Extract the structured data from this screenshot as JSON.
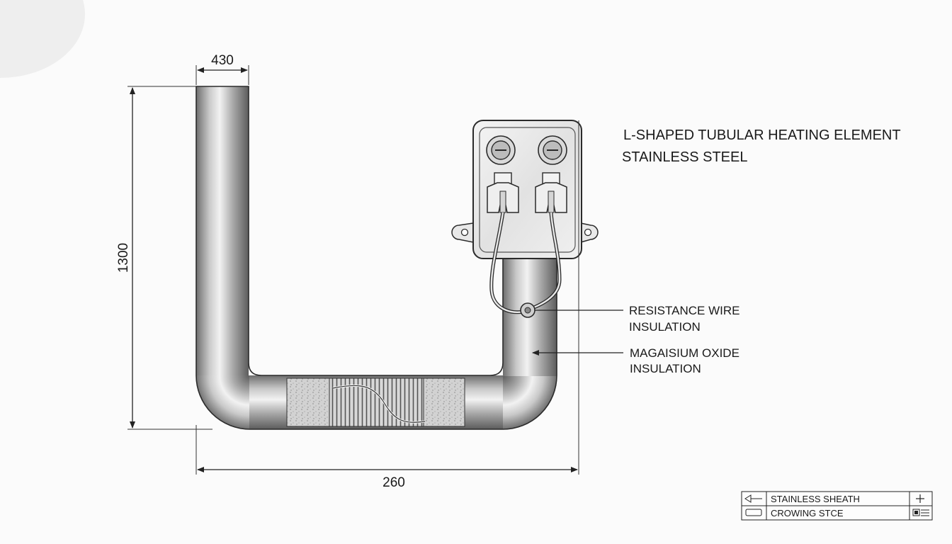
{
  "title": {
    "line1": "L-SHAPED TUBULAR HEATING ELEMENT",
    "line2": "STAINLESS STEEL"
  },
  "dimensions": {
    "top_width": "430",
    "height": "1300",
    "bottom_width": "260"
  },
  "callouts": [
    {
      "line1": "RESISTANCE WIRE",
      "line2": "INSULATION"
    },
    {
      "line1": "MAGAISIUM OXIDE",
      "line2": "INSULATION"
    }
  ],
  "legend": [
    {
      "icon": "arrow-left-icon",
      "label": "STAINLESS SHEATH",
      "right_icon": "plus-icon"
    },
    {
      "icon": "rectangle-icon",
      "label": "CROWING STCE",
      "right_icon": "list-icon"
    }
  ]
}
